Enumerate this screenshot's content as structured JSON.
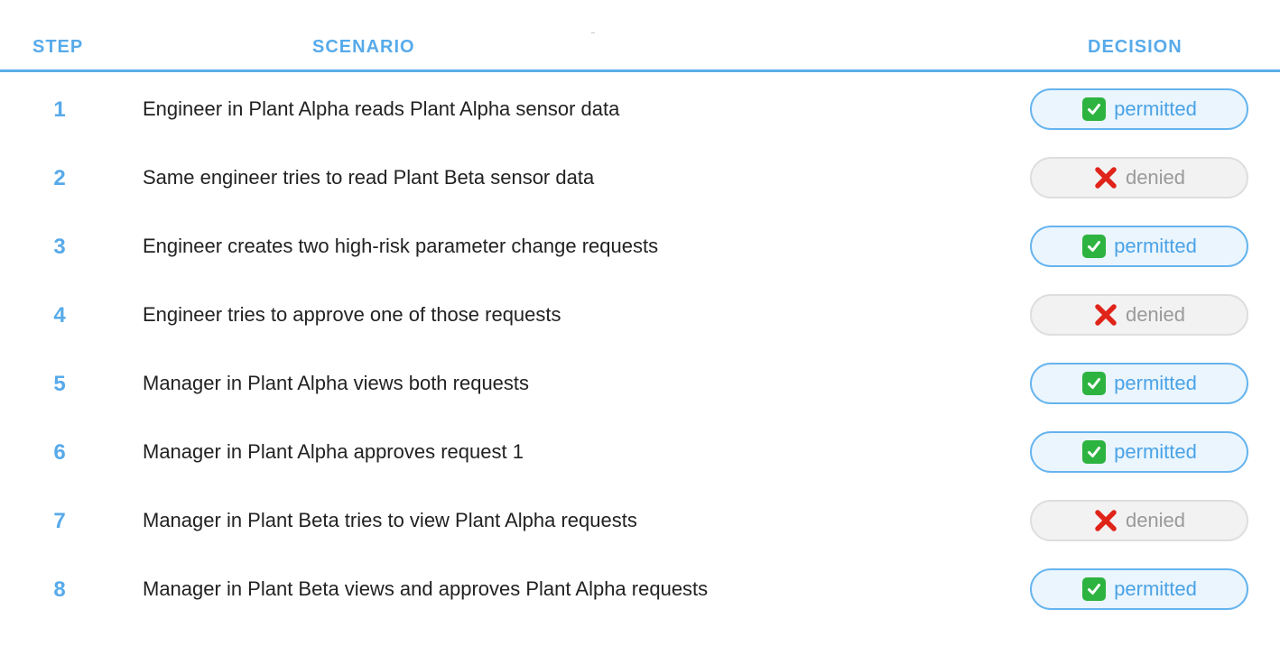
{
  "header": {
    "step": "STEP",
    "scenario": "SCENARIO",
    "decision": "DECISION"
  },
  "colors": {
    "accent": "#57aaea",
    "permitted_bg": "#eaf5fe",
    "permitted_border": "#66b4ee",
    "denied_bg": "#f2f2f2",
    "check_green": "#2db340",
    "cross_red": "#e0241a"
  },
  "rows": [
    {
      "step": "1",
      "scenario": "Engineer in Plant Alpha reads Plant Alpha sensor data",
      "decision": "permitted",
      "icon": "check-mark-icon"
    },
    {
      "step": "2",
      "scenario": "Same engineer tries to read Plant Beta sensor data",
      "decision": "denied",
      "icon": "cross-mark-icon"
    },
    {
      "step": "3",
      "scenario": "Engineer creates two high-risk parameter change requests",
      "decision": "permitted",
      "icon": "check-mark-icon"
    },
    {
      "step": "4",
      "scenario": "Engineer tries to approve one of those requests",
      "decision": "denied",
      "icon": "cross-mark-icon"
    },
    {
      "step": "5",
      "scenario": "Manager in Plant Alpha views both requests",
      "decision": "permitted",
      "icon": "check-mark-icon"
    },
    {
      "step": "6",
      "scenario": "Manager in Plant Alpha approves request 1",
      "decision": "permitted",
      "icon": "check-mark-icon"
    },
    {
      "step": "7",
      "scenario": "Manager in Plant Beta tries to view Plant Alpha requests",
      "decision": "denied",
      "icon": "cross-mark-icon"
    },
    {
      "step": "8",
      "scenario": "Manager in Plant Beta views and approves Plant Alpha requests",
      "decision": "permitted",
      "icon": "check-mark-icon"
    }
  ]
}
